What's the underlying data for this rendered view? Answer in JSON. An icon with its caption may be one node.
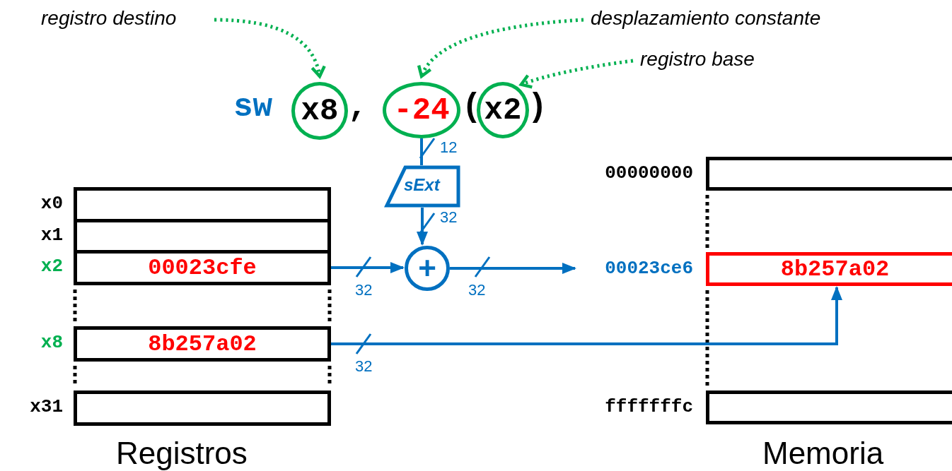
{
  "diagram": {
    "nodes": [
      {
        "text": [
          "registro destino"
        ]
      },
      {
        "text": [
          "desplazamiento constante"
        ]
      },
      {
        "text": [
          "registro base"
        ]
      },
      {
        "text": [
          "x8"
        ]
      },
      {
        "text": [
          "-24"
        ]
      },
      {
        "text": [
          "x2"
        ]
      },
      {
        "text": [
          "sExt"
        ]
      },
      {
        "text": [
          "+"
        ]
      },
      {
        "text": [
          "Registros"
        ]
      },
      {
        "text": [],
        "shape": "box",
        "in": 8,
        "beside": [
          "x0"
        ]
      },
      {
        "text": [],
        "shape": "box",
        "in": 8,
        "beside": [
          "x1"
        ]
      },
      {
        "text": [
          "00023cfe"
        ],
        "in": 8,
        "beside": [
          "x2"
        ]
      },
      {
        "text": [
          "8b257a02"
        ],
        "in": 8,
        "beside": [
          "x8"
        ]
      },
      {
        "text": [],
        "shape": "box",
        "in": 8,
        "beside": [
          "x31"
        ]
      },
      {
        "text": [
          "Memoria"
        ]
      },
      {
        "text": [],
        "shape": "box",
        "in": 14,
        "beside": [
          "00000000"
        ]
      },
      {
        "text": [
          "8b257a02"
        ],
        "in": 14,
        "beside": [
          "00023ce6"
        ]
      },
      {
        "text": [],
        "shape": "box",
        "in": 14,
        "beside": [
          "fffffffc"
        ]
      }
    ],
    "edges": [
      {
        "from": 0,
        "to": 3,
        "arrow": "to",
        "style": "dashed",
        "color": "#00b050"
      },
      {
        "from": 1,
        "to": 4,
        "arrow": "to",
        "style": "dashed",
        "color": "#00b050"
      },
      {
        "from": 2,
        "to": 5,
        "arrow": "to",
        "style": "dashed",
        "color": "#00b050"
      },
      {
        "from": 4,
        "to": 6,
        "arrow": "none",
        "label": "12"
      },
      {
        "from": 6,
        "to": 7,
        "arrow": "to",
        "label": "32"
      },
      {
        "from": 11,
        "to": 7,
        "arrow": "to",
        "label": "32"
      },
      {
        "from": 7,
        "to": 16,
        "arrow": "to",
        "label": "32"
      },
      {
        "from": 12,
        "to": 16,
        "arrow": "to",
        "label": "32"
      }
    ],
    "labels": [
      "sw",
      ",",
      "(",
      ")"
    ]
  }
}
